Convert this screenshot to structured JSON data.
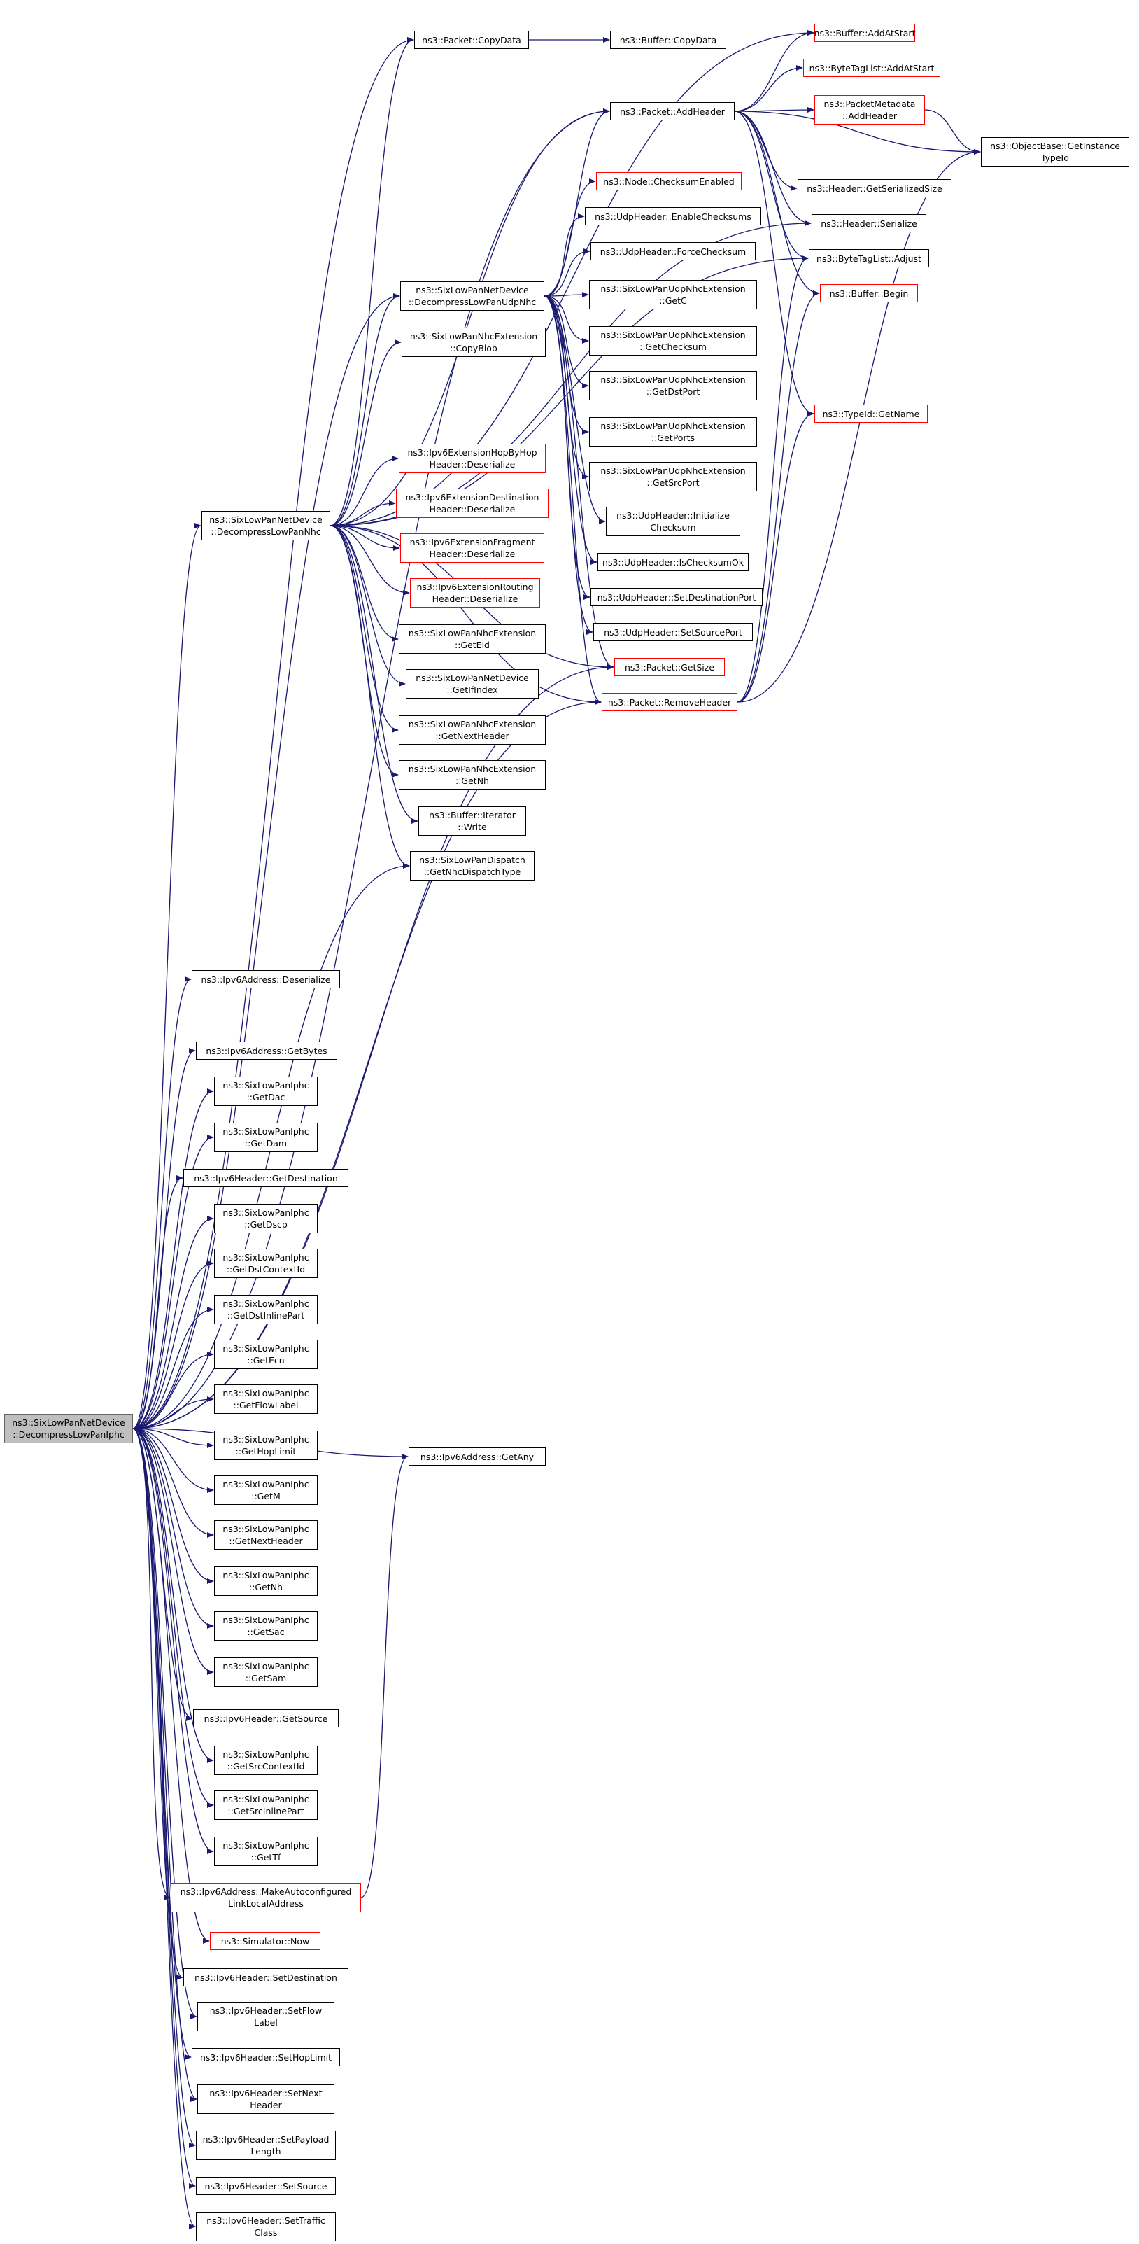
{
  "colors": {
    "edge": "#191970",
    "border": "#000000",
    "border_external": "#ff0000",
    "root_fill": "#bfbfbf"
  },
  "nodes": [
    {
      "id": "root",
      "label": [
        "ns3::SixLowPanNetDevice",
        "::DecompressLowPanIphc"
      ],
      "style": "root"
    },
    {
      "id": "dlpn",
      "label": [
        "ns3::SixLowPanNetDevice",
        "::DecompressLowPanNhc"
      ],
      "style": "normal"
    },
    {
      "id": "dlpu",
      "label": [
        "ns3::SixLowPanNetDevice",
        "::DecompressLowPanUdpNhc"
      ],
      "style": "normal"
    },
    {
      "id": "cpdata",
      "label": [
        "ns3::Packet::CopyData"
      ],
      "style": "normal"
    },
    {
      "id": "bufcpdata",
      "label": [
        "ns3::Buffer::CopyData"
      ],
      "style": "normal"
    },
    {
      "id": "addheader",
      "label": [
        "ns3::Packet::AddHeader"
      ],
      "style": "normal"
    },
    {
      "id": "addatstart",
      "label": [
        "ns3::Buffer::AddAtStart"
      ],
      "style": "red"
    },
    {
      "id": "btladdatstart",
      "label": [
        "ns3::ByteTagList::AddAtStart"
      ],
      "style": "red"
    },
    {
      "id": "pmaddheader",
      "label": [
        "ns3::PacketMetadata",
        "::AddHeader"
      ],
      "style": "red"
    },
    {
      "id": "getinstancetypeid",
      "label": [
        "ns3::ObjectBase::GetInstance",
        "TypeId"
      ],
      "style": "normal"
    },
    {
      "id": "getserializedsize",
      "label": [
        "ns3::Header::GetSerializedSize"
      ],
      "style": "normal"
    },
    {
      "id": "hdrserialize",
      "label": [
        "ns3::Header::Serialize"
      ],
      "style": "normal"
    },
    {
      "id": "btladjust",
      "label": [
        "ns3::ByteTagList::Adjust"
      ],
      "style": "normal"
    },
    {
      "id": "bufbegin",
      "label": [
        "ns3::Buffer::Begin"
      ],
      "style": "red"
    },
    {
      "id": "typeidgetname",
      "label": [
        "ns3::TypeId::GetName"
      ],
      "style": "red"
    },
    {
      "id": "checksumenabled",
      "label": [
        "ns3::Node::ChecksumEnabled"
      ],
      "style": "red"
    },
    {
      "id": "enablechecksums",
      "label": [
        "ns3::UdpHeader::EnableChecksums"
      ],
      "style": "normal"
    },
    {
      "id": "forcechecksum",
      "label": [
        "ns3::UdpHeader::ForceChecksum"
      ],
      "style": "normal"
    },
    {
      "id": "udpgetc",
      "label": [
        "ns3::SixLowPanUdpNhcExtension",
        "::GetC"
      ],
      "style": "normal"
    },
    {
      "id": "copyblob",
      "label": [
        "ns3::SixLowPanNhcExtension",
        "::CopyBlob"
      ],
      "style": "normal"
    },
    {
      "id": "udpgetchecksum",
      "label": [
        "ns3::SixLowPanUdpNhcExtension",
        "::GetChecksum"
      ],
      "style": "normal"
    },
    {
      "id": "udpgetdstport",
      "label": [
        "ns3::SixLowPanUdpNhcExtension",
        "::GetDstPort"
      ],
      "style": "normal"
    },
    {
      "id": "udpgetports",
      "label": [
        "ns3::SixLowPanUdpNhcExtension",
        "::GetPorts"
      ],
      "style": "normal"
    },
    {
      "id": "udpgetsrcport",
      "label": [
        "ns3::SixLowPanUdpNhcExtension",
        "::GetSrcPort"
      ],
      "style": "normal"
    },
    {
      "id": "hbhdeser",
      "label": [
        "ns3::Ipv6ExtensionHopByHop",
        "Header::Deserialize"
      ],
      "style": "red"
    },
    {
      "id": "destdeser",
      "label": [
        "ns3::Ipv6ExtensionDestination",
        "Header::Deserialize"
      ],
      "style": "red"
    },
    {
      "id": "initchecksum",
      "label": [
        "ns3::UdpHeader::Initialize",
        "Checksum"
      ],
      "style": "normal"
    },
    {
      "id": "fragdeser",
      "label": [
        "ns3::Ipv6ExtensionFragment",
        "Header::Deserialize"
      ],
      "style": "red"
    },
    {
      "id": "ischecksumok",
      "label": [
        "ns3::UdpHeader::IsChecksumOk"
      ],
      "style": "normal"
    },
    {
      "id": "routingdeser",
      "label": [
        "ns3::Ipv6ExtensionRouting",
        "Header::Deserialize"
      ],
      "style": "red"
    },
    {
      "id": "setdstport",
      "label": [
        "ns3::UdpHeader::SetDestinationPort"
      ],
      "style": "normal"
    },
    {
      "id": "nhcgeteid",
      "label": [
        "ns3::SixLowPanNhcExtension",
        "::GetEid"
      ],
      "style": "normal"
    },
    {
      "id": "setsrcport",
      "label": [
        "ns3::UdpHeader::SetSourcePort"
      ],
      "style": "normal"
    },
    {
      "id": "packetgetsize",
      "label": [
        "ns3::Packet::GetSize"
      ],
      "style": "red"
    },
    {
      "id": "getifindex",
      "label": [
        "ns3::SixLowPanNetDevice",
        "::GetIfIndex"
      ],
      "style": "normal"
    },
    {
      "id": "removeheader",
      "label": [
        "ns3::Packet::RemoveHeader"
      ],
      "style": "red"
    },
    {
      "id": "nhcgetnextheader",
      "label": [
        "ns3::SixLowPanNhcExtension",
        "::GetNextHeader"
      ],
      "style": "normal"
    },
    {
      "id": "nhcgetnh",
      "label": [
        "ns3::SixLowPanNhcExtension",
        "::GetNh"
      ],
      "style": "normal"
    },
    {
      "id": "bufiterwrite",
      "label": [
        "ns3::Buffer::Iterator",
        "::Write"
      ],
      "style": "normal"
    },
    {
      "id": "getnhcdispatch",
      "label": [
        "ns3::SixLowPanDispatch",
        "::GetNhcDispatchType"
      ],
      "style": "normal"
    },
    {
      "id": "ipv6addrdeser",
      "label": [
        "ns3::Ipv6Address::Deserialize"
      ],
      "style": "normal"
    },
    {
      "id": "ipv6addrgetbytes",
      "label": [
        "ns3::Ipv6Address::GetBytes"
      ],
      "style": "normal"
    },
    {
      "id": "iphcgetdac",
      "label": [
        "ns3::SixLowPanIphc",
        "::GetDac"
      ],
      "style": "normal"
    },
    {
      "id": "iphcgetdam",
      "label": [
        "ns3::SixLowPanIphc",
        "::GetDam"
      ],
      "style": "normal"
    },
    {
      "id": "ipv6hdrgetdest",
      "label": [
        "ns3::Ipv6Header::GetDestination"
      ],
      "style": "normal"
    },
    {
      "id": "iphcgetdscp",
      "label": [
        "ns3::SixLowPanIphc",
        "::GetDscp"
      ],
      "style": "normal"
    },
    {
      "id": "iphcgetdstctx",
      "label": [
        "ns3::SixLowPanIphc",
        "::GetDstContextId"
      ],
      "style": "normal"
    },
    {
      "id": "iphcgetdstinline",
      "label": [
        "ns3::SixLowPanIphc",
        "::GetDstInlinePart"
      ],
      "style": "normal"
    },
    {
      "id": "iphcgetecn",
      "label": [
        "ns3::SixLowPanIphc",
        "::GetEcn"
      ],
      "style": "normal"
    },
    {
      "id": "iphcgetflowlabel",
      "label": [
        "ns3::SixLowPanIphc",
        "::GetFlowLabel"
      ],
      "style": "normal"
    },
    {
      "id": "iphcgethoplimit",
      "label": [
        "ns3::SixLowPanIphc",
        "::GetHopLimit"
      ],
      "style": "normal"
    },
    {
      "id": "iphcgetm",
      "label": [
        "ns3::SixLowPanIphc",
        "::GetM"
      ],
      "style": "normal"
    },
    {
      "id": "iphcgetnextheader",
      "label": [
        "ns3::SixLowPanIphc",
        "::GetNextHeader"
      ],
      "style": "normal"
    },
    {
      "id": "iphcgetnh",
      "label": [
        "ns3::SixLowPanIphc",
        "::GetNh"
      ],
      "style": "normal"
    },
    {
      "id": "iphcgetsac",
      "label": [
        "ns3::SixLowPanIphc",
        "::GetSac"
      ],
      "style": "normal"
    },
    {
      "id": "iphcgetsam",
      "label": [
        "ns3::SixLowPanIphc",
        "::GetSam"
      ],
      "style": "normal"
    },
    {
      "id": "ipv6hdrgetsource",
      "label": [
        "ns3::Ipv6Header::GetSource"
      ],
      "style": "normal"
    },
    {
      "id": "iphcgetsrcctx",
      "label": [
        "ns3::SixLowPanIphc",
        "::GetSrcContextId"
      ],
      "style": "normal"
    },
    {
      "id": "iphcgetsrcinline",
      "label": [
        "ns3::SixLowPanIphc",
        "::GetSrcInlinePart"
      ],
      "style": "normal"
    },
    {
      "id": "iphcgettf",
      "label": [
        "ns3::SixLowPanIphc",
        "::GetTf"
      ],
      "style": "normal"
    },
    {
      "id": "makeautoconf",
      "label": [
        "ns3::Ipv6Address::MakeAutoconfigured",
        "LinkLocalAddress"
      ],
      "style": "red"
    },
    {
      "id": "ipv6addrgetany",
      "label": [
        "ns3::Ipv6Address::GetAny"
      ],
      "style": "normal"
    },
    {
      "id": "simnow",
      "label": [
        "ns3::Simulator::Now"
      ],
      "style": "red"
    },
    {
      "id": "setdestination",
      "label": [
        "ns3::Ipv6Header::SetDestination"
      ],
      "style": "normal"
    },
    {
      "id": "setflowlabel",
      "label": [
        "ns3::Ipv6Header::SetFlow",
        "Label"
      ],
      "style": "normal"
    },
    {
      "id": "sethoplimit",
      "label": [
        "ns3::Ipv6Header::SetHopLimit"
      ],
      "style": "normal"
    },
    {
      "id": "setnextheader",
      "label": [
        "ns3::Ipv6Header::SetNext",
        "Header"
      ],
      "style": "normal"
    },
    {
      "id": "setpayloadlength",
      "label": [
        "ns3::Ipv6Header::SetPayload",
        "Length"
      ],
      "style": "normal"
    },
    {
      "id": "setsource",
      "label": [
        "ns3::Ipv6Header::SetSource"
      ],
      "style": "normal"
    },
    {
      "id": "settrafficclass",
      "label": [
        "ns3::Ipv6Header::SetTraffic",
        "Class"
      ],
      "style": "normal"
    }
  ],
  "edges": [
    [
      "root",
      "cpdata"
    ],
    [
      "root",
      "addheader"
    ],
    [
      "root",
      "dlpn"
    ],
    [
      "root",
      "dlpu"
    ],
    [
      "root",
      "packetgetsize"
    ],
    [
      "root",
      "removeheader"
    ],
    [
      "root",
      "getnhcdispatch"
    ],
    [
      "root",
      "ipv6addrdeser"
    ],
    [
      "root",
      "ipv6addrgetany"
    ],
    [
      "root",
      "ipv6addrgetbytes"
    ],
    [
      "root",
      "iphcgetdac"
    ],
    [
      "root",
      "iphcgetdam"
    ],
    [
      "root",
      "ipv6hdrgetdest"
    ],
    [
      "root",
      "iphcgetdscp"
    ],
    [
      "root",
      "iphcgetdstctx"
    ],
    [
      "root",
      "iphcgetdstinline"
    ],
    [
      "root",
      "iphcgetecn"
    ],
    [
      "root",
      "iphcgetflowlabel"
    ],
    [
      "root",
      "iphcgethoplimit"
    ],
    [
      "root",
      "iphcgetm"
    ],
    [
      "root",
      "iphcgetnextheader"
    ],
    [
      "root",
      "iphcgetnh"
    ],
    [
      "root",
      "iphcgetsac"
    ],
    [
      "root",
      "iphcgetsam"
    ],
    [
      "root",
      "ipv6hdrgetsource"
    ],
    [
      "root",
      "iphcgetsrcctx"
    ],
    [
      "root",
      "iphcgetsrcinline"
    ],
    [
      "root",
      "iphcgettf"
    ],
    [
      "root",
      "makeautoconf"
    ],
    [
      "root",
      "simnow"
    ],
    [
      "root",
      "setdestination"
    ],
    [
      "root",
      "setflowlabel"
    ],
    [
      "root",
      "sethoplimit"
    ],
    [
      "root",
      "setnextheader"
    ],
    [
      "root",
      "setpayloadlength"
    ],
    [
      "root",
      "setsource"
    ],
    [
      "root",
      "settrafficclass"
    ],
    [
      "dlpn",
      "cpdata"
    ],
    [
      "dlpn",
      "addheader"
    ],
    [
      "dlpn",
      "addatstart"
    ],
    [
      "dlpn",
      "dlpu"
    ],
    [
      "dlpn",
      "copyblob"
    ],
    [
      "dlpn",
      "hbhdeser"
    ],
    [
      "dlpn",
      "destdeser"
    ],
    [
      "dlpn",
      "fragdeser"
    ],
    [
      "dlpn",
      "routingdeser"
    ],
    [
      "dlpn",
      "nhcgeteid"
    ],
    [
      "dlpn",
      "getifindex"
    ],
    [
      "dlpn",
      "nhcgetnextheader"
    ],
    [
      "dlpn",
      "nhcgetnh"
    ],
    [
      "dlpn",
      "bufiterwrite"
    ],
    [
      "dlpn",
      "getnhcdispatch"
    ],
    [
      "dlpn",
      "packetgetsize"
    ],
    [
      "dlpn",
      "removeheader"
    ],
    [
      "dlpn",
      "hdrserialize"
    ],
    [
      "dlpn",
      "btladjust"
    ],
    [
      "dlpu",
      "addheader"
    ],
    [
      "dlpu",
      "checksumenabled"
    ],
    [
      "dlpu",
      "enablechecksums"
    ],
    [
      "dlpu",
      "forcechecksum"
    ],
    [
      "dlpu",
      "udpgetc"
    ],
    [
      "dlpu",
      "udpgetchecksum"
    ],
    [
      "dlpu",
      "udpgetdstport"
    ],
    [
      "dlpu",
      "udpgetports"
    ],
    [
      "dlpu",
      "udpgetsrcport"
    ],
    [
      "dlpu",
      "initchecksum"
    ],
    [
      "dlpu",
      "ischecksumok"
    ],
    [
      "dlpu",
      "setdstport"
    ],
    [
      "dlpu",
      "setsrcport"
    ],
    [
      "dlpu",
      "packetgetsize"
    ],
    [
      "dlpu",
      "removeheader"
    ],
    [
      "cpdata",
      "bufcpdata"
    ],
    [
      "addheader",
      "addatstart"
    ],
    [
      "addheader",
      "btladdatstart"
    ],
    [
      "addheader",
      "pmaddheader"
    ],
    [
      "addheader",
      "getinstancetypeid"
    ],
    [
      "addheader",
      "getserializedsize"
    ],
    [
      "addheader",
      "hdrserialize"
    ],
    [
      "addheader",
      "btladjust"
    ],
    [
      "addheader",
      "bufbegin"
    ],
    [
      "addheader",
      "typeidgetname"
    ],
    [
      "pmaddheader",
      "getinstancetypeid"
    ],
    [
      "removeheader",
      "btladjust"
    ],
    [
      "removeheader",
      "bufbegin"
    ],
    [
      "removeheader",
      "typeidgetname"
    ],
    [
      "removeheader",
      "getinstancetypeid"
    ],
    [
      "makeautoconf",
      "ipv6addrgetany"
    ]
  ]
}
